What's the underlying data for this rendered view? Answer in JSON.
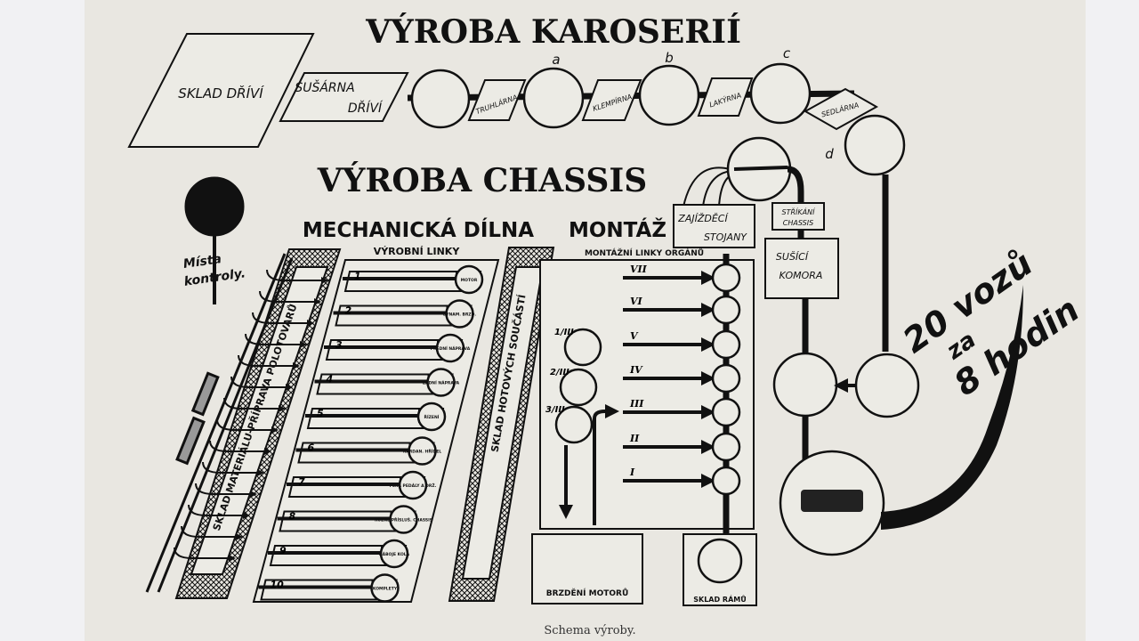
{
  "title_bodies": "VÝROBA KAROSERIÍ",
  "title_chassis": "VÝROBA CHASSIS",
  "subtitle_left": "MECHANICKÁ DÍLNA",
  "subtitle_right": "MONTÁŽ",
  "body_flow": {
    "sklad_drivi": "SKLAD DŘÍVÍ",
    "susarna_1": "SUŠÁRNA",
    "susarna_2": "DŘÍVÍ",
    "truhlarna": "TRUHLÁRNA",
    "klempirna": "KLEMPÍRNA",
    "lakyrna": "LAKÝRNA",
    "sedlarna": "SEDLÁRNA",
    "stage_a": "a",
    "stage_b": "b",
    "stage_c": "c",
    "stage_d": "d"
  },
  "control": {
    "label_1": "Místa",
    "label_2": "kontroly."
  },
  "sklad_materialu": "SKLAD MATERIÁLU-PŘÍPRAVA POLOTOVARŮ",
  "sklad_hotovych": "SKLAD HOTOVÝCH SOUČÁSTÍ",
  "vyrobni_linky": {
    "title": "VÝROBNÍ LINKY",
    "lines": [
      {
        "num": "1",
        "label": "MOTOR"
      },
      {
        "num": "2",
        "label": "DYNAM. BRZD."
      },
      {
        "num": "3",
        "label": "PŘEDNÍ NÁPRAVA"
      },
      {
        "num": "4",
        "label": "ZADNÍ NÁPRAVA"
      },
      {
        "num": "5",
        "label": "ŘÍZENÍ"
      },
      {
        "num": "6",
        "label": "KARDAN. HŘÍDEL"
      },
      {
        "num": "7",
        "label": "PÉRA PEDÁLY A DRŽ."
      },
      {
        "num": "8",
        "label": "RŮZNÉ PŘÍSLUŠ. CHASSIS"
      },
      {
        "num": "9",
        "label": "NÁBOJE KOLA"
      },
      {
        "num": "10",
        "label": "KOMPLETY"
      }
    ]
  },
  "montazni_linky": {
    "title": "MONTÁŽNÍ LINKY ORGÁNŮ",
    "lines": [
      "VII",
      "VI",
      "V",
      "IV",
      "III",
      "II",
      "I"
    ],
    "motor_stages": [
      "1/III",
      "2/III",
      "3/III"
    ]
  },
  "brzdeni": "BRZDĚNÍ MOTORŮ",
  "sklad_ramu": "SKLAD RÁMŮ",
  "zajizdeci_1": "ZAJÍŽDĚCÍ",
  "zajizdeci_2": "STOJANY",
  "strikani_1": "STŘÍKÁNÍ",
  "strikani_2": "CHASSIS",
  "susici_1": "SUŠÍCÍ",
  "susici_2": "KOMORA",
  "output_1": "20 vozů",
  "output_2": "za",
  "output_3": "8 hodin",
  "caption": "Schema výroby."
}
